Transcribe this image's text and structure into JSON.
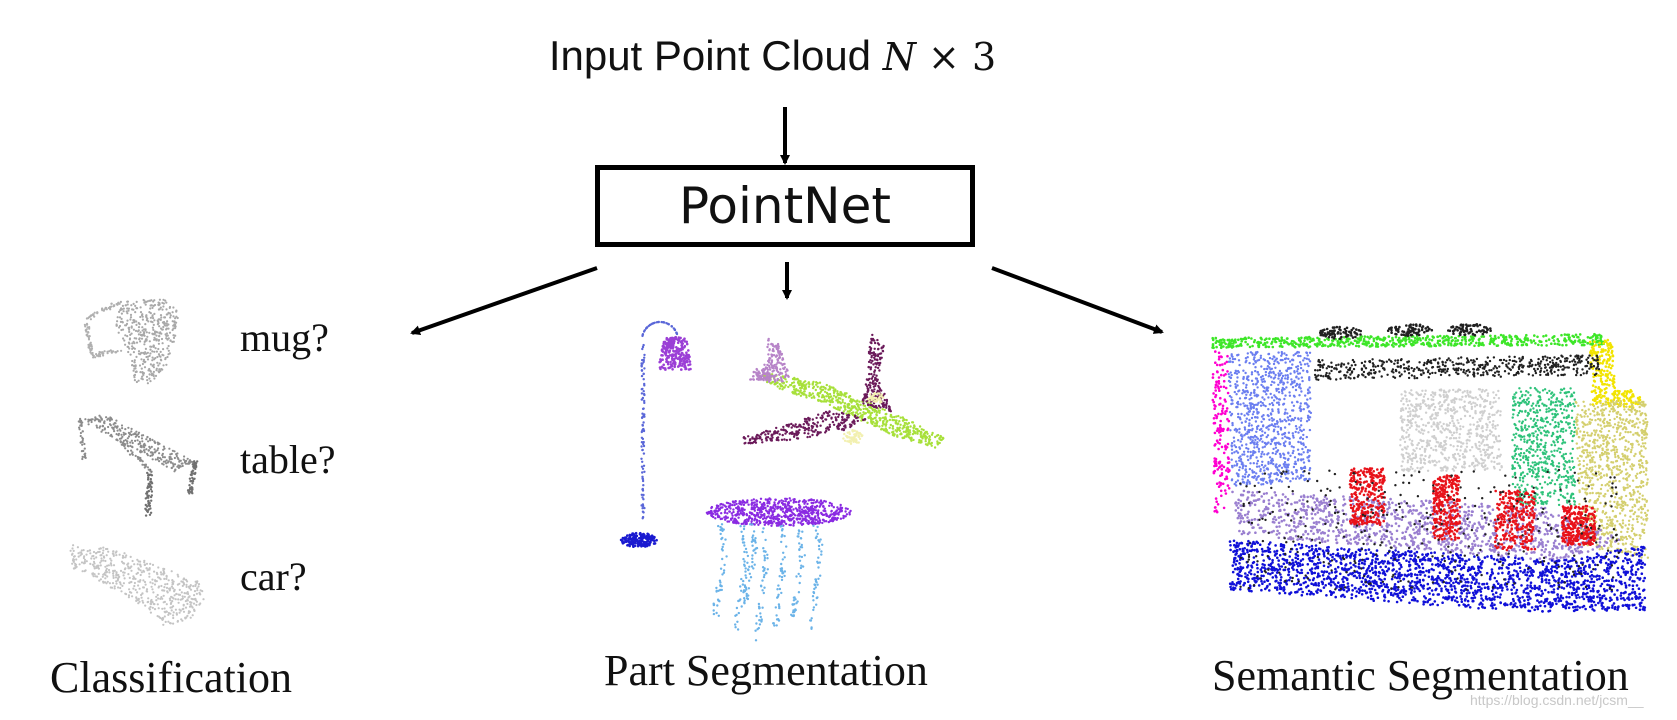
{
  "header": {
    "input_label": "Input Point Cloud",
    "input_symbol": "N",
    "input_times": "×",
    "input_dim": "3"
  },
  "network": {
    "label": "PointNet"
  },
  "classification": {
    "items": [
      {
        "label": "mug?"
      },
      {
        "label": "table?"
      },
      {
        "label": "car?"
      }
    ],
    "caption": "Classification"
  },
  "part_segmentation": {
    "caption": "Part Segmentation"
  },
  "semantic_segmentation": {
    "caption": "Semantic Segmentation"
  },
  "watermark": {
    "text": "https://blog.csdn.net/jcsm__"
  },
  "colors": {
    "arrow": "#000000",
    "mug": "#a8a8a8",
    "table": "#8c8c8c",
    "car": "#c4c4c4",
    "lamp_shade": "#9b3fd6",
    "lamp_pole": "#5a67d8",
    "lamp_base": "#1a1ad0",
    "plane_body": "#a7e03a",
    "plane_wing": "#6b1a5a",
    "plane_tail": "#b784c8",
    "plane_engine": "#f2f0b0",
    "table_top": "#8a2be2",
    "table_legs": "#6bb3e8",
    "scene_ceiling": "#3de628",
    "scene_wall": "#ff00d0",
    "scene_window": "#6b7ef0",
    "scene_board": "#cfcfcf",
    "scene_door": "#2ec27a",
    "scene_cabinet": "#d4cf6e",
    "scene_beam": "#f2e400",
    "scene_chair": "#e8121a",
    "scene_desk": "#9a7fd0",
    "scene_floor": "#1010d8",
    "scene_clutter": "#202020"
  }
}
